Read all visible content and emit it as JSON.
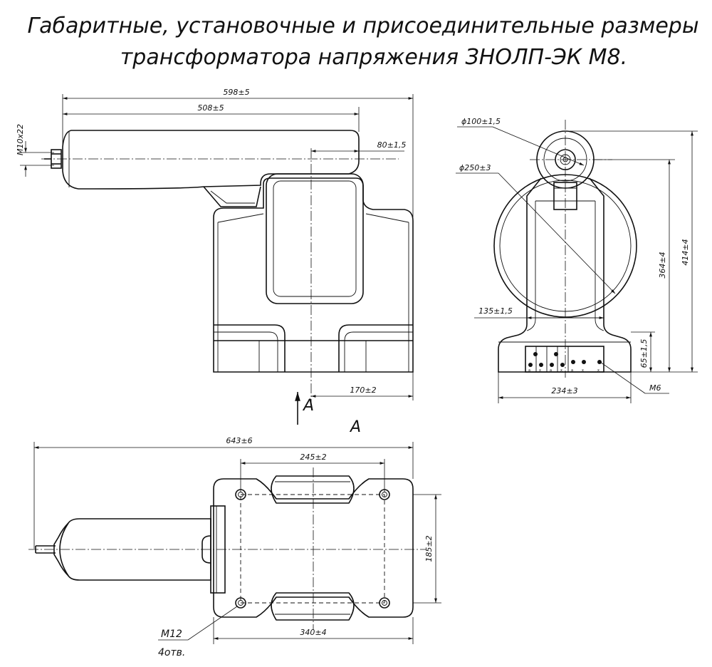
{
  "title": {
    "line1": "Габаритные, установочные и присоединительные размеры",
    "line2": "трансформатора напряжения ЗНОЛП-ЭК М8."
  },
  "front_view": {
    "dim_total_length": "598±5",
    "dim_top_length": "508±5",
    "dim_thread": "M10x22",
    "dim_terminal_offset": "80±1,5",
    "dim_base_half": "170±2",
    "section_arrow_label": "A"
  },
  "side_view": {
    "dim_small_diameter": "ϕ100±1,5",
    "dim_large_diameter": "ϕ250±3",
    "dim_total_height": "414±4",
    "dim_axis_height": "364±4",
    "dim_base_height": "65±1,5",
    "dim_half_width": "135±1,5",
    "dim_base_width": "234±3",
    "dim_bolt": "M6",
    "terminal_labels": [
      "а",
      "х",
      "а",
      "х",
      "а",
      "х",
      "х"
    ]
  },
  "top_view": {
    "view_label": "A",
    "dim_total_length": "643±6",
    "dim_hole_spacing_x": "245±2",
    "dim_hole_spacing_y": "185±2",
    "dim_base_length": "340±4",
    "dim_holes": "M12",
    "dim_holes_count": "4отв."
  }
}
